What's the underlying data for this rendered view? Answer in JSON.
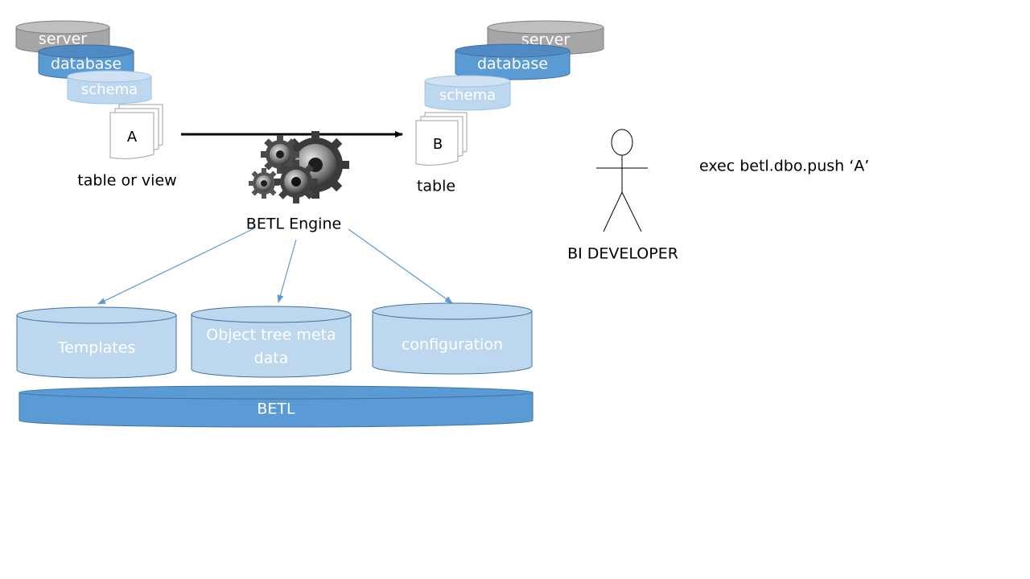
{
  "source_stack": {
    "server": "server",
    "database": "database",
    "schema": "schema",
    "object_letter": "A",
    "object_label": "table or view"
  },
  "target_stack": {
    "server": "server",
    "database": "database",
    "schema": "schema",
    "object_letter": "B",
    "object_label": "table"
  },
  "engine": {
    "label": "BETL Engine",
    "icon": "gears-icon"
  },
  "actor": {
    "label": "BI DEVELOPER",
    "icon": "stick-figure-icon"
  },
  "command": "exec betl.dbo.push ‘A’",
  "repositories": {
    "templates": "Templates",
    "object_tree_line1": "Object tree meta",
    "object_tree_line2": "data",
    "configuration": "configuration"
  },
  "platform": "BETL",
  "colors": {
    "server_gray": "#a6a6a6",
    "database_blue": "#5b9bd5",
    "schema_light": "#bdd7ee",
    "arrow_blue": "#5b9bd5",
    "outline_blue": "#41719c"
  }
}
